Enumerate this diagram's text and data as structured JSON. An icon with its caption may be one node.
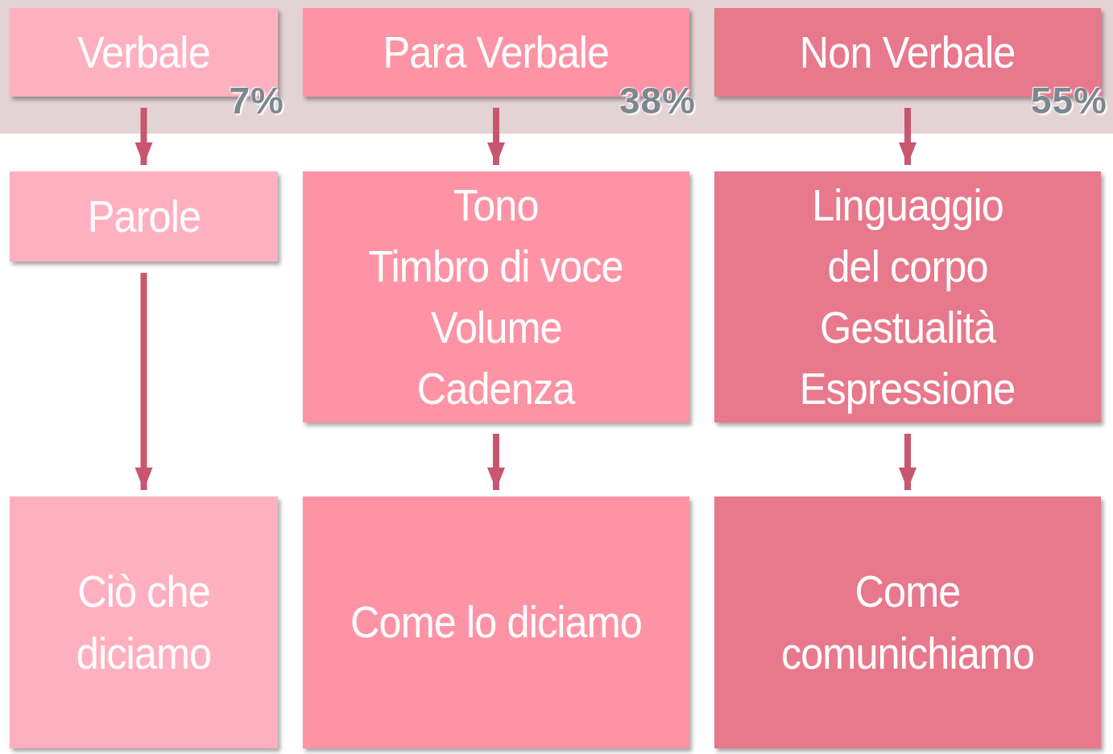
{
  "diagram": {
    "nodes": [
      {
        "text": [
          "Verbale"
        ],
        "beside": [
          "7%"
        ]
      },
      {
        "text": [
          "Para Verbale"
        ],
        "beside": [
          "38%"
        ]
      },
      {
        "text": [
          "Non Verbale"
        ],
        "beside": [
          "55%"
        ]
      },
      {
        "text": [
          "Parole"
        ]
      },
      {
        "text": [
          "Tono",
          "Timbro di voce",
          "Volume",
          "Cadenza"
        ]
      },
      {
        "text": [
          "Linguaggio del corpo",
          "Gestualità",
          "Espressione"
        ]
      },
      {
        "text": [
          "Ciò che diciamo"
        ]
      },
      {
        "text": [
          "Come lo diciamo"
        ]
      },
      {
        "text": [
          "Come comunichiamo"
        ]
      }
    ],
    "edges": [
      {
        "from": 0,
        "to": 3,
        "arrow": "to"
      },
      {
        "from": 1,
        "to": 4,
        "arrow": "to"
      },
      {
        "from": 2,
        "to": 5,
        "arrow": "to"
      },
      {
        "from": 3,
        "to": 6,
        "arrow": "to"
      },
      {
        "from": 4,
        "to": 7,
        "arrow": "to"
      },
      {
        "from": 5,
        "to": 8,
        "arrow": "to"
      }
    ]
  }
}
